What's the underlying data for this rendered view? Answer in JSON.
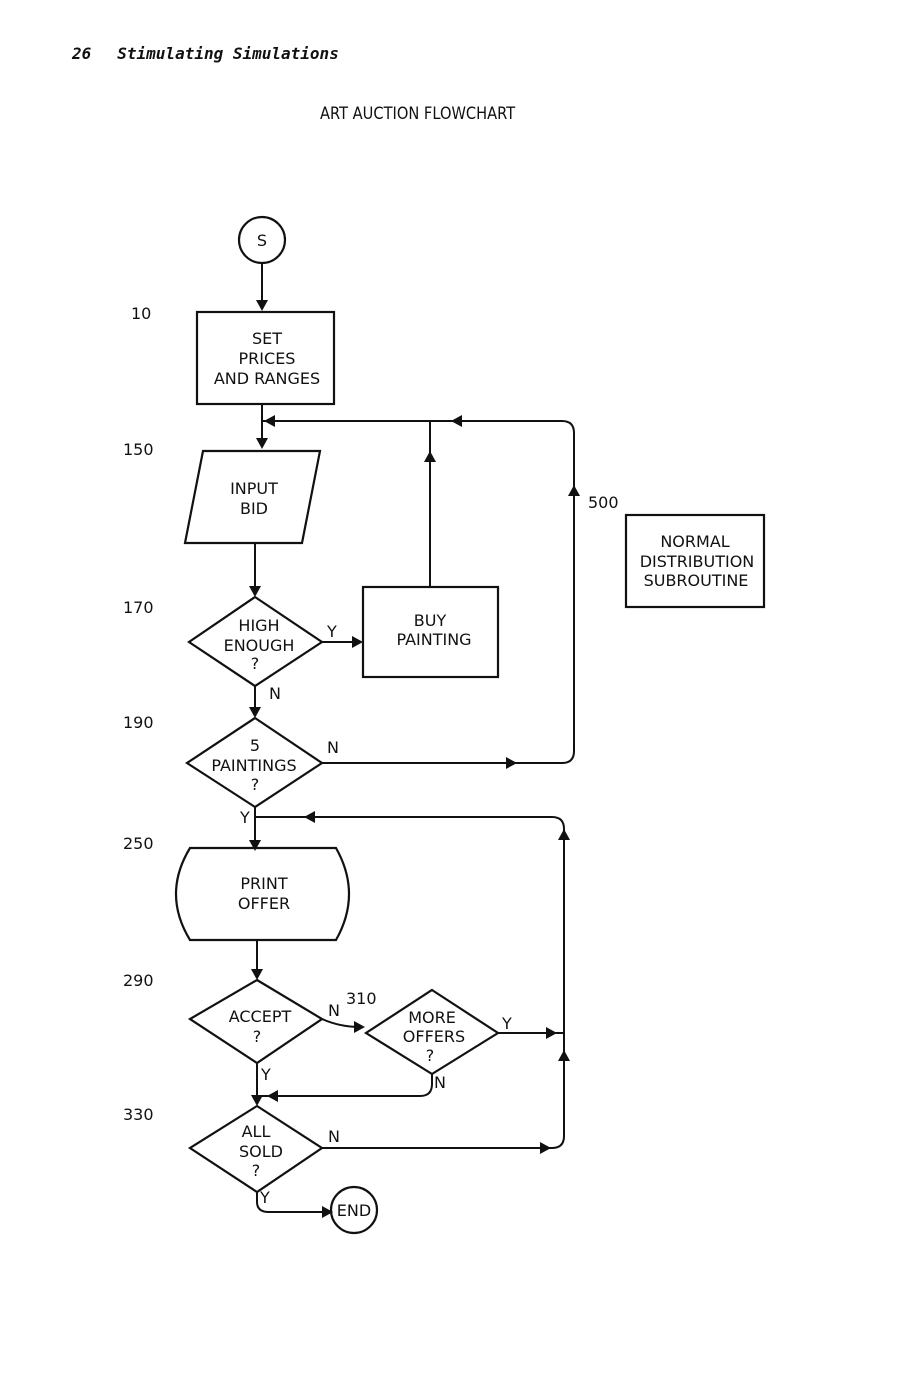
{
  "page_header": {
    "page_number": "26",
    "book_title": "Stimulating Simulations"
  },
  "title": "ART AUCTION FLOWCHART",
  "nodes": {
    "start": {
      "lines": [
        "S"
      ]
    },
    "set_prices": {
      "line_number": "10",
      "lines": [
        "SET",
        "PRICES",
        "AND RANGES"
      ]
    },
    "input_bid": {
      "line_number": "150",
      "lines": [
        "INPUT",
        "BID"
      ]
    },
    "high_enough": {
      "line_number": "170",
      "lines": [
        "HIGH",
        "ENOUGH",
        "?"
      ]
    },
    "buy_painting": {
      "lines": [
        "BUY",
        "PAINTING"
      ]
    },
    "subroutine": {
      "line_number": "500",
      "lines": [
        "NORMAL",
        "DISTRIBUTION",
        "SUBROUTINE"
      ]
    },
    "five_paintings": {
      "line_number": "190",
      "lines": [
        "5",
        "PAINTINGS",
        "?"
      ]
    },
    "print_offer": {
      "line_number": "250",
      "lines": [
        "PRINT",
        "OFFER"
      ]
    },
    "accept": {
      "line_number": "290",
      "lines": [
        "ACCEPT",
        "?"
      ]
    },
    "more_offers": {
      "line_number": "310",
      "lines": [
        "MORE",
        "OFFERS",
        "?"
      ]
    },
    "all_sold": {
      "line_number": "330",
      "lines": [
        "ALL",
        "SOLD",
        "?"
      ]
    },
    "end": {
      "lines": [
        "END"
      ]
    }
  },
  "edge_labels": {
    "high_enough_yes": "Y",
    "high_enough_no": "N",
    "five_paintings_no": "N",
    "five_paintings_yes": "Y",
    "accept_no": "N",
    "accept_yes": "Y",
    "more_offers_yes": "Y",
    "more_offers_no": "N",
    "all_sold_no": "N",
    "all_sold_yes": "Y"
  }
}
